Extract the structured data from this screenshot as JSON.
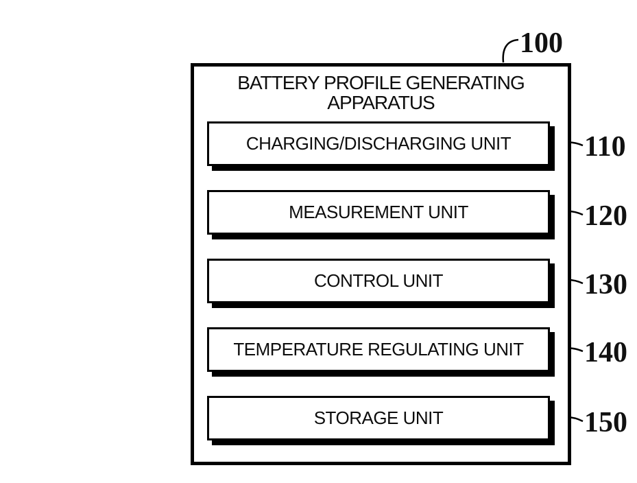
{
  "figure": {
    "apparatus_ref": "100",
    "title_line1": "BATTERY PROFILE GENERATING",
    "title_line2": "APPARATUS",
    "units": [
      {
        "label": "CHARGING/DISCHARGING UNIT",
        "ref": "110"
      },
      {
        "label": "MEASUREMENT UNIT",
        "ref": "120"
      },
      {
        "label": "CONTROL UNIT",
        "ref": "130"
      },
      {
        "label": "TEMPERATURE REGULATING UNIT",
        "ref": "140"
      },
      {
        "label": "STORAGE UNIT",
        "ref": "150"
      }
    ],
    "colors": {
      "line": "#000000",
      "background": "#ffffff",
      "text": "#0d0d0d"
    }
  }
}
